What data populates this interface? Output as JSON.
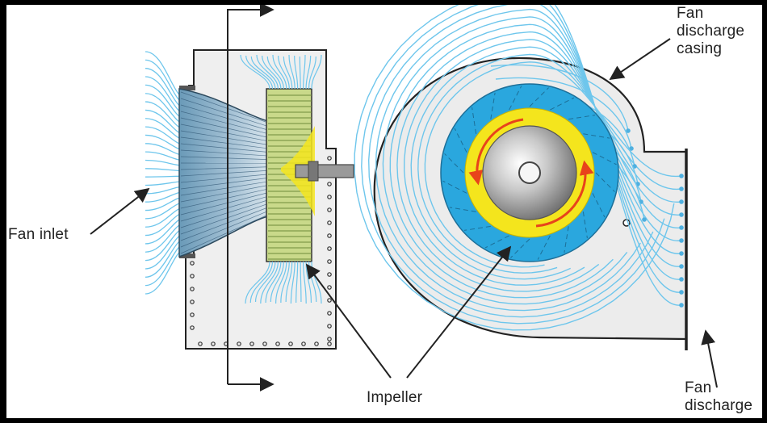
{
  "labels": {
    "fan_inlet": "Fan inlet",
    "impeller": "Impeller",
    "casing_line1": "Fan",
    "casing_line2": "discharge",
    "casing_line3": "casing",
    "discharge_line1": "Fan",
    "discharge_line2": "discharge"
  },
  "colors": {
    "flow": "#6ec6ec",
    "impeller_blue": "#2aa7de",
    "impeller_yellow": "#f4e51d",
    "rotation_arrow": "#e8431b",
    "housing": "#ececec",
    "impeller_green": "#c9d98a",
    "outline": "#222222"
  }
}
